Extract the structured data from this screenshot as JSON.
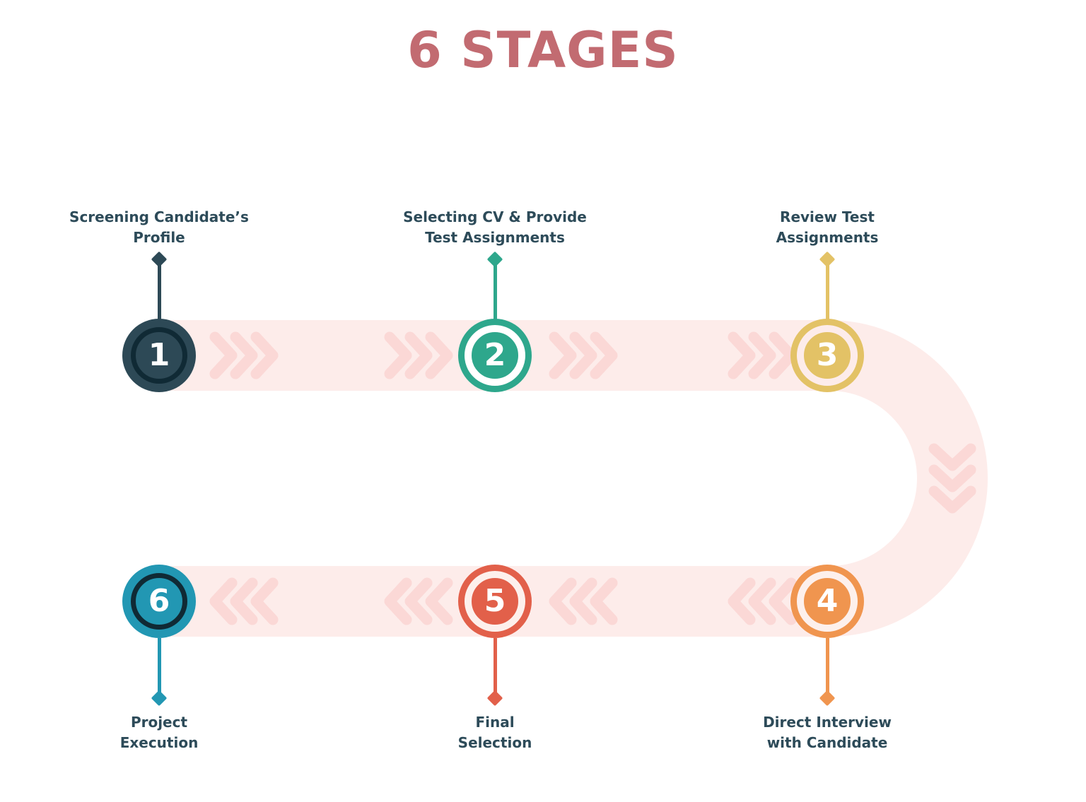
{
  "title": {
    "text": "6 STAGES",
    "color": "#c26b71"
  },
  "background_color": "#ffffff",
  "track": {
    "band_color": "#fdecea",
    "chevron_color": "#fbd8d6"
  },
  "text": {
    "label_color": "#2d4b59",
    "number_color": "#ffffff"
  },
  "stages": [
    {
      "number": "1",
      "label": "Screening Candidate’s\nProfile",
      "color": "#2d4956",
      "ring_color": "#102a35"
    },
    {
      "number": "2",
      "label": "Selecting CV & Provide\nTest Assignments",
      "color": "#2ea78c",
      "ring_color": "#ffffff"
    },
    {
      "number": "3",
      "label": "Review Test\nAssignments",
      "color": "#e3c266",
      "ring_color": "#fdecea"
    },
    {
      "number": "4",
      "label": "Direct Interview\nwith Candidate",
      "color": "#f0954f",
      "ring_color": "#fdf0ec"
    },
    {
      "number": "5",
      "label": "Final\nSelection",
      "color": "#e2604a",
      "ring_color": "#fdf0ec"
    },
    {
      "number": "6",
      "label": "Project\nExecution",
      "color": "#2297b3",
      "ring_color": "#102a35"
    }
  ]
}
